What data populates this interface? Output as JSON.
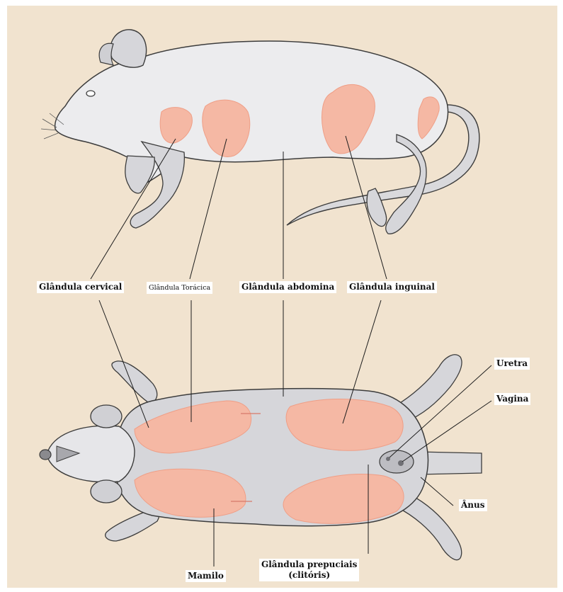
{
  "colors": {
    "background": "#f1e3cf",
    "body_fill": "#d6d6da",
    "body_light": "#ececee",
    "gland": "#f5b8a4",
    "gland_dark": "#ef9e86",
    "outline": "#3c3c3c",
    "leader": "#1d1d1d"
  },
  "labels": {
    "cervical": "Glândula cervical",
    "thoracic": "Glândula Torácica",
    "abdominal": "Glândula abdomina",
    "inguinal": "Glândula inguinal",
    "urethra": "Uretra",
    "vagina": "Vagina",
    "anus": "Ânus",
    "nipple": "Mamilo",
    "preputial_line1": "Glândula prepuciais",
    "preputial_line2": "(clitóris)"
  },
  "icons": {
    "lateral_view": "rat-lateral-view-illustration",
    "ventral_view": "rat-ventral-view-illustration"
  }
}
